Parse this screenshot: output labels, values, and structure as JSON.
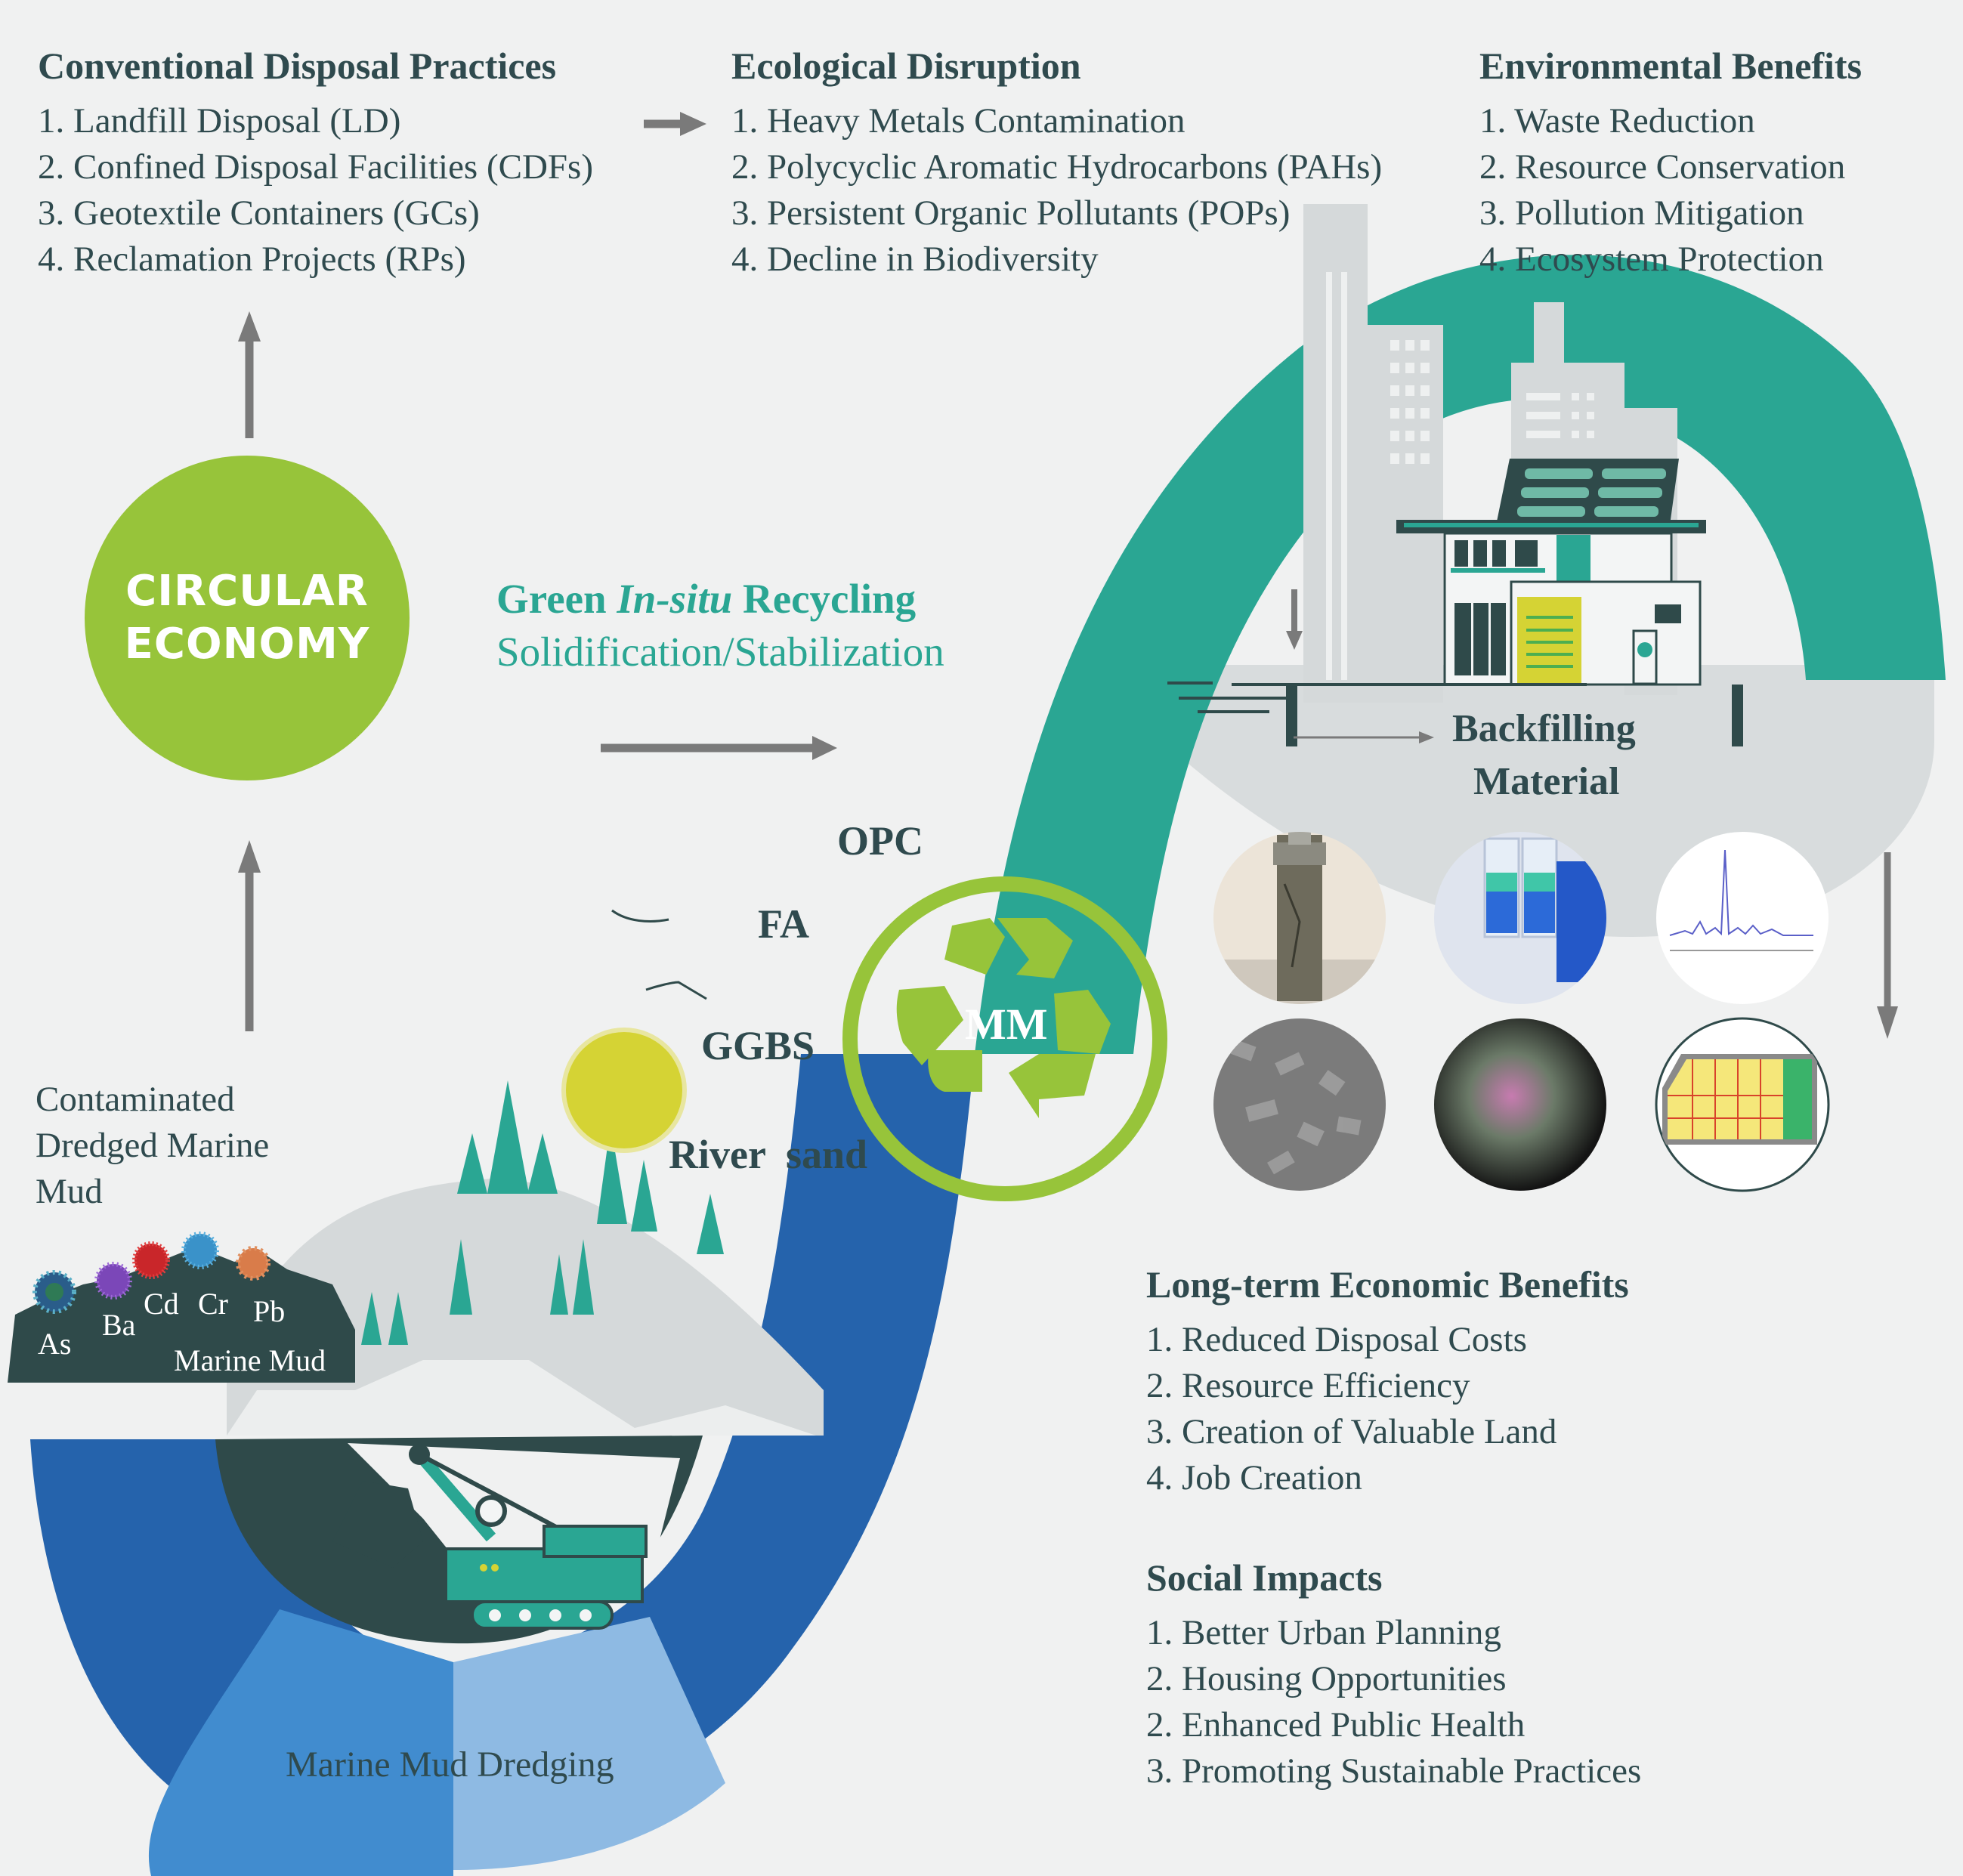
{
  "colors": {
    "background": "#f0f1f1",
    "text_dark": "#2f4a4e",
    "teal": "#2aa693",
    "blue": "#2563ac",
    "light_blue": "#8ebae3",
    "mid_blue": "#418ccf",
    "lime_green": "#97c43a",
    "yellow_sun": "#d5d334",
    "dark_slate": "#2f4a4a",
    "light_gray": "#d5d9da",
    "arrow_gray": "#7a7a7a"
  },
  "conventional": {
    "title": "Conventional Disposal Practices",
    "items": [
      "1. Landfill Disposal (LD)",
      "2. Confined Disposal Facilities (CDFs)",
      "3. Geotextile Containers (GCs)",
      "4. Reclamation Projects (RPs)"
    ]
  },
  "ecological": {
    "title": "Ecological Disruption",
    "items": [
      "1. Heavy Metals Contamination",
      "2. Polycyclic Aromatic Hydrocarbons (PAHs)",
      "3. Persistent Organic Pollutants (POPs)",
      "4. Decline in Biodiversity"
    ]
  },
  "environmental": {
    "title": "Environmental Benefits",
    "items": [
      "1. Waste Reduction",
      "2. Resource Conservation",
      "3. Pollution Mitigation",
      "4. Ecosystem Protection"
    ]
  },
  "circular_economy": {
    "line1": "CIRCULAR",
    "line2": "ECONOMY"
  },
  "recycling": {
    "title_prefix": "Green ",
    "title_italic": "In-situ",
    "title_suffix": " Recycling",
    "subtitle": "Solidification/Stabilization"
  },
  "binders": [
    "OPC",
    "FA",
    "GGBS",
    "River  sand"
  ],
  "center_label": "MM",
  "contaminated": {
    "lines": [
      "Contaminated",
      "Dredged Marine",
      "Mud"
    ]
  },
  "heavy_metals": [
    "As",
    "Ba",
    "Cd",
    "Cr",
    "Pb"
  ],
  "marine_mud_label": "Marine Mud",
  "dredging_label": "Marine Mud Dredging",
  "backfilling": {
    "line1": "Backfilling",
    "line2": "Material"
  },
  "test_images": [
    "soil-column-sample",
    "test-tube-leaching",
    "xrd-spectrum",
    "sem-micrograph",
    "eds-mapping",
    "site-layout-plan"
  ],
  "economic": {
    "title": "Long-term Economic Benefits",
    "items": [
      "1. Reduced Disposal Costs",
      "2. Resource Efficiency",
      "3. Creation of Valuable Land",
      "4. Job Creation"
    ]
  },
  "social": {
    "title": "Social Impacts",
    "items": [
      "1. Better Urban Planning",
      "2. Housing Opportunities",
      "2. Enhanced Public Health",
      "3. Promoting Sustainable Practices"
    ]
  }
}
